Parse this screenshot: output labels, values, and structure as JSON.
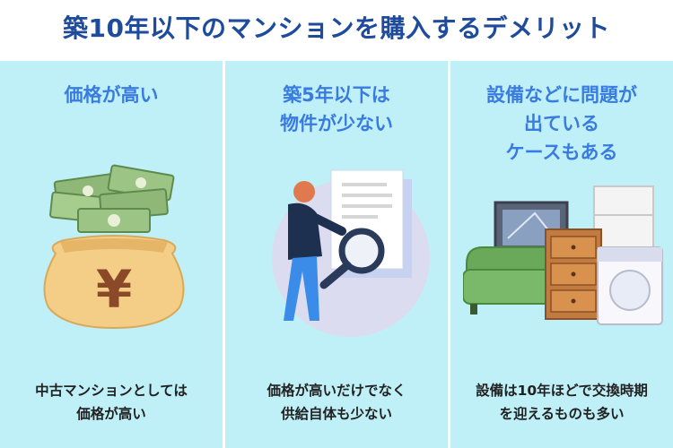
{
  "title": "築10年以下のマンションを購入するデメリット",
  "panels": [
    {
      "heading": [
        "価格が高い"
      ],
      "caption": [
        "中古マンションとしては",
        "価格が高い"
      ],
      "icon": "money-bag-yen-icon"
    },
    {
      "heading": [
        "築5年以下は",
        "物件が少ない"
      ],
      "caption": [
        "価格が高いだけでなく",
        "供給自体も少ない"
      ],
      "icon": "magnifier-search-icon"
    },
    {
      "heading": [
        "設備などに問題が",
        "出ている",
        "ケースもある"
      ],
      "caption": [
        "設備は10年ほどで交換時期",
        "を迎えるものも多い"
      ],
      "icon": "old-appliances-icon"
    }
  ],
  "bag_symbol": "¥",
  "colors": {
    "title": "#1e4b9b",
    "heading": "#3a7be0",
    "panel_bg": "#bff0f8",
    "text": "#222222"
  }
}
